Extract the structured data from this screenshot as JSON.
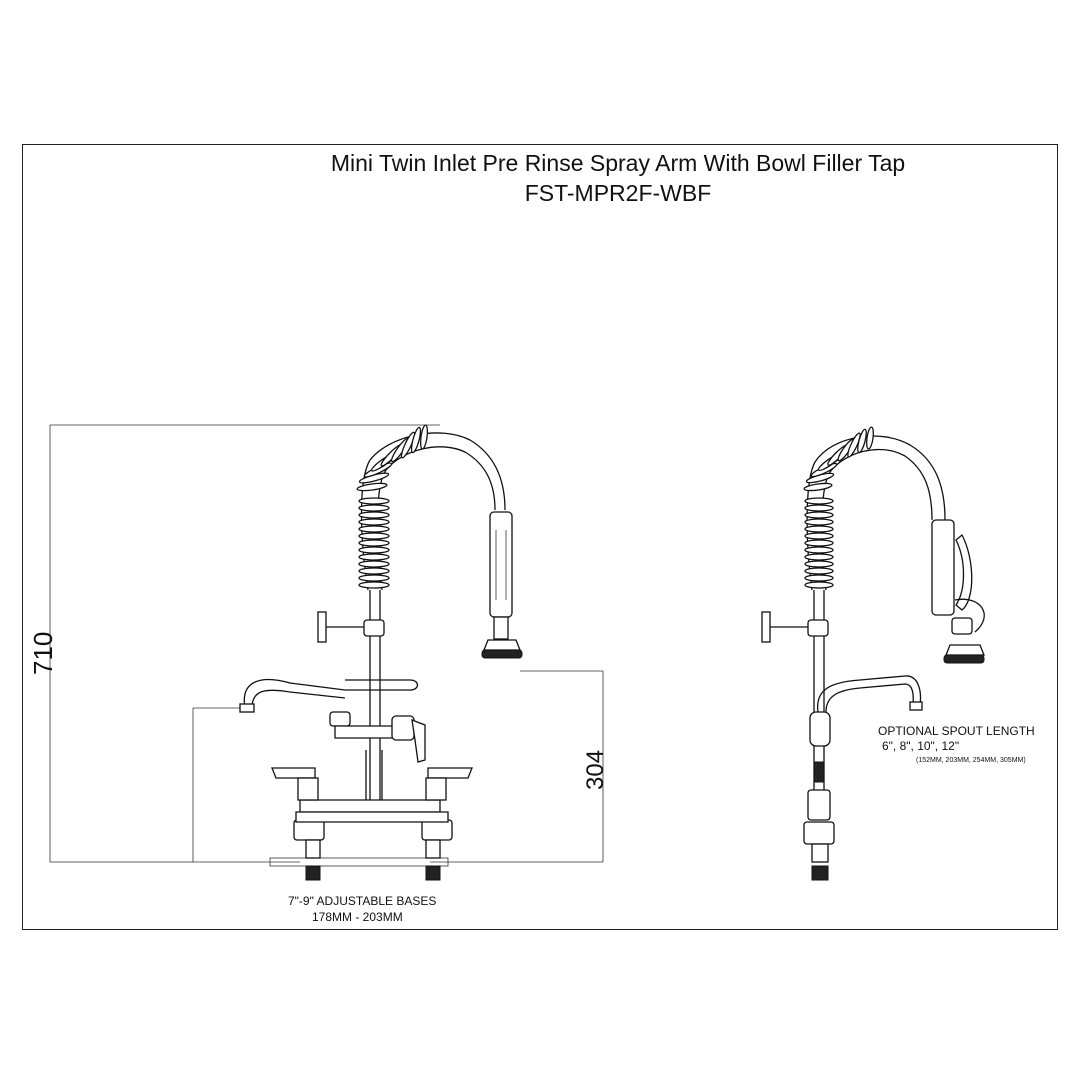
{
  "title": {
    "line1": "Mini Twin Inlet Pre Rinse Spray Arm With Bowl Filler Tap",
    "line2": "FST-MPR2F-WBF"
  },
  "dimensions": {
    "height_total": "710",
    "height_spout": "304"
  },
  "bases": {
    "line1": "7\"-9\" ADJUSTABLE BASES",
    "line2": "178MM - 203MM"
  },
  "spout_option": {
    "line1": "OPTIONAL SPOUT LENGTH",
    "line2": "6\", 8\", 10\", 12\"",
    "line3": "(152MM, 203MM, 254MM, 305MM)"
  }
}
